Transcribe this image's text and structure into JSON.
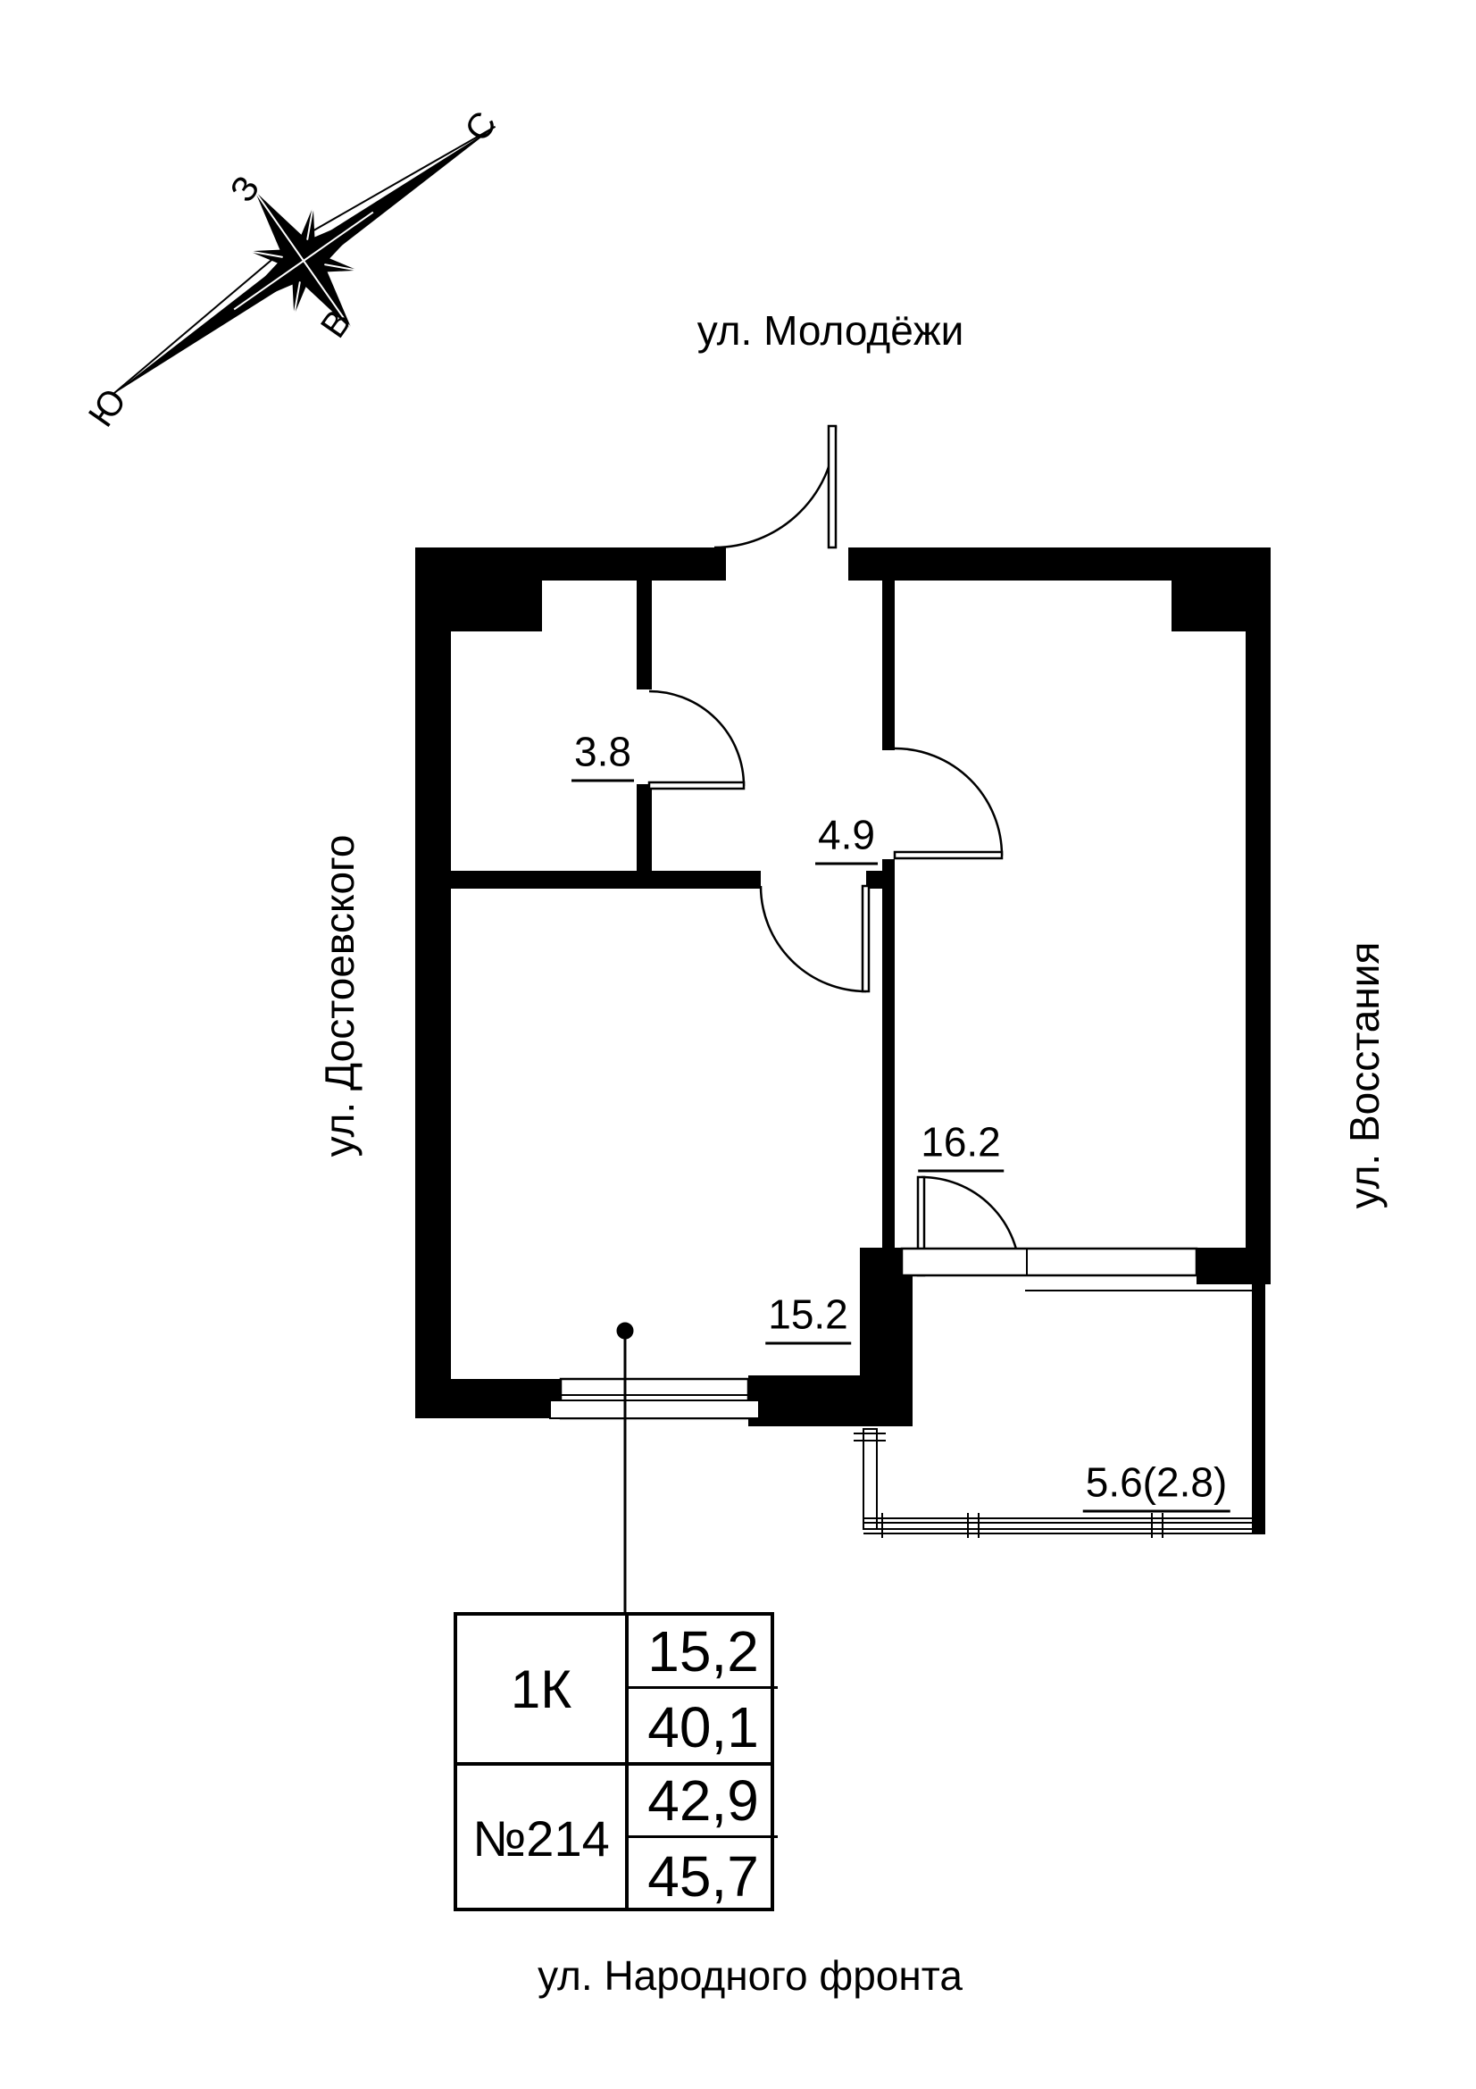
{
  "compass": {
    "north": "С",
    "west": "З",
    "east": "В",
    "south": "Ю"
  },
  "streets": {
    "top": "ул. Молодёжи",
    "left": "ул. Достоевского",
    "right": "ул. Восстания",
    "bottom": "ул. Народного фронта"
  },
  "rooms": {
    "room_3_8": {
      "area": "3.8"
    },
    "hall_4_9": {
      "area": "4.9"
    },
    "room_16_2": {
      "area": "16.2"
    },
    "room_15_2": {
      "area": "15.2"
    },
    "balcony": {
      "area": "5.6(2.8)"
    }
  },
  "info_table": {
    "type_label": "1К",
    "number_label": "№214",
    "areas": [
      "15,2",
      "40,1",
      "42,9",
      "45,7"
    ]
  }
}
